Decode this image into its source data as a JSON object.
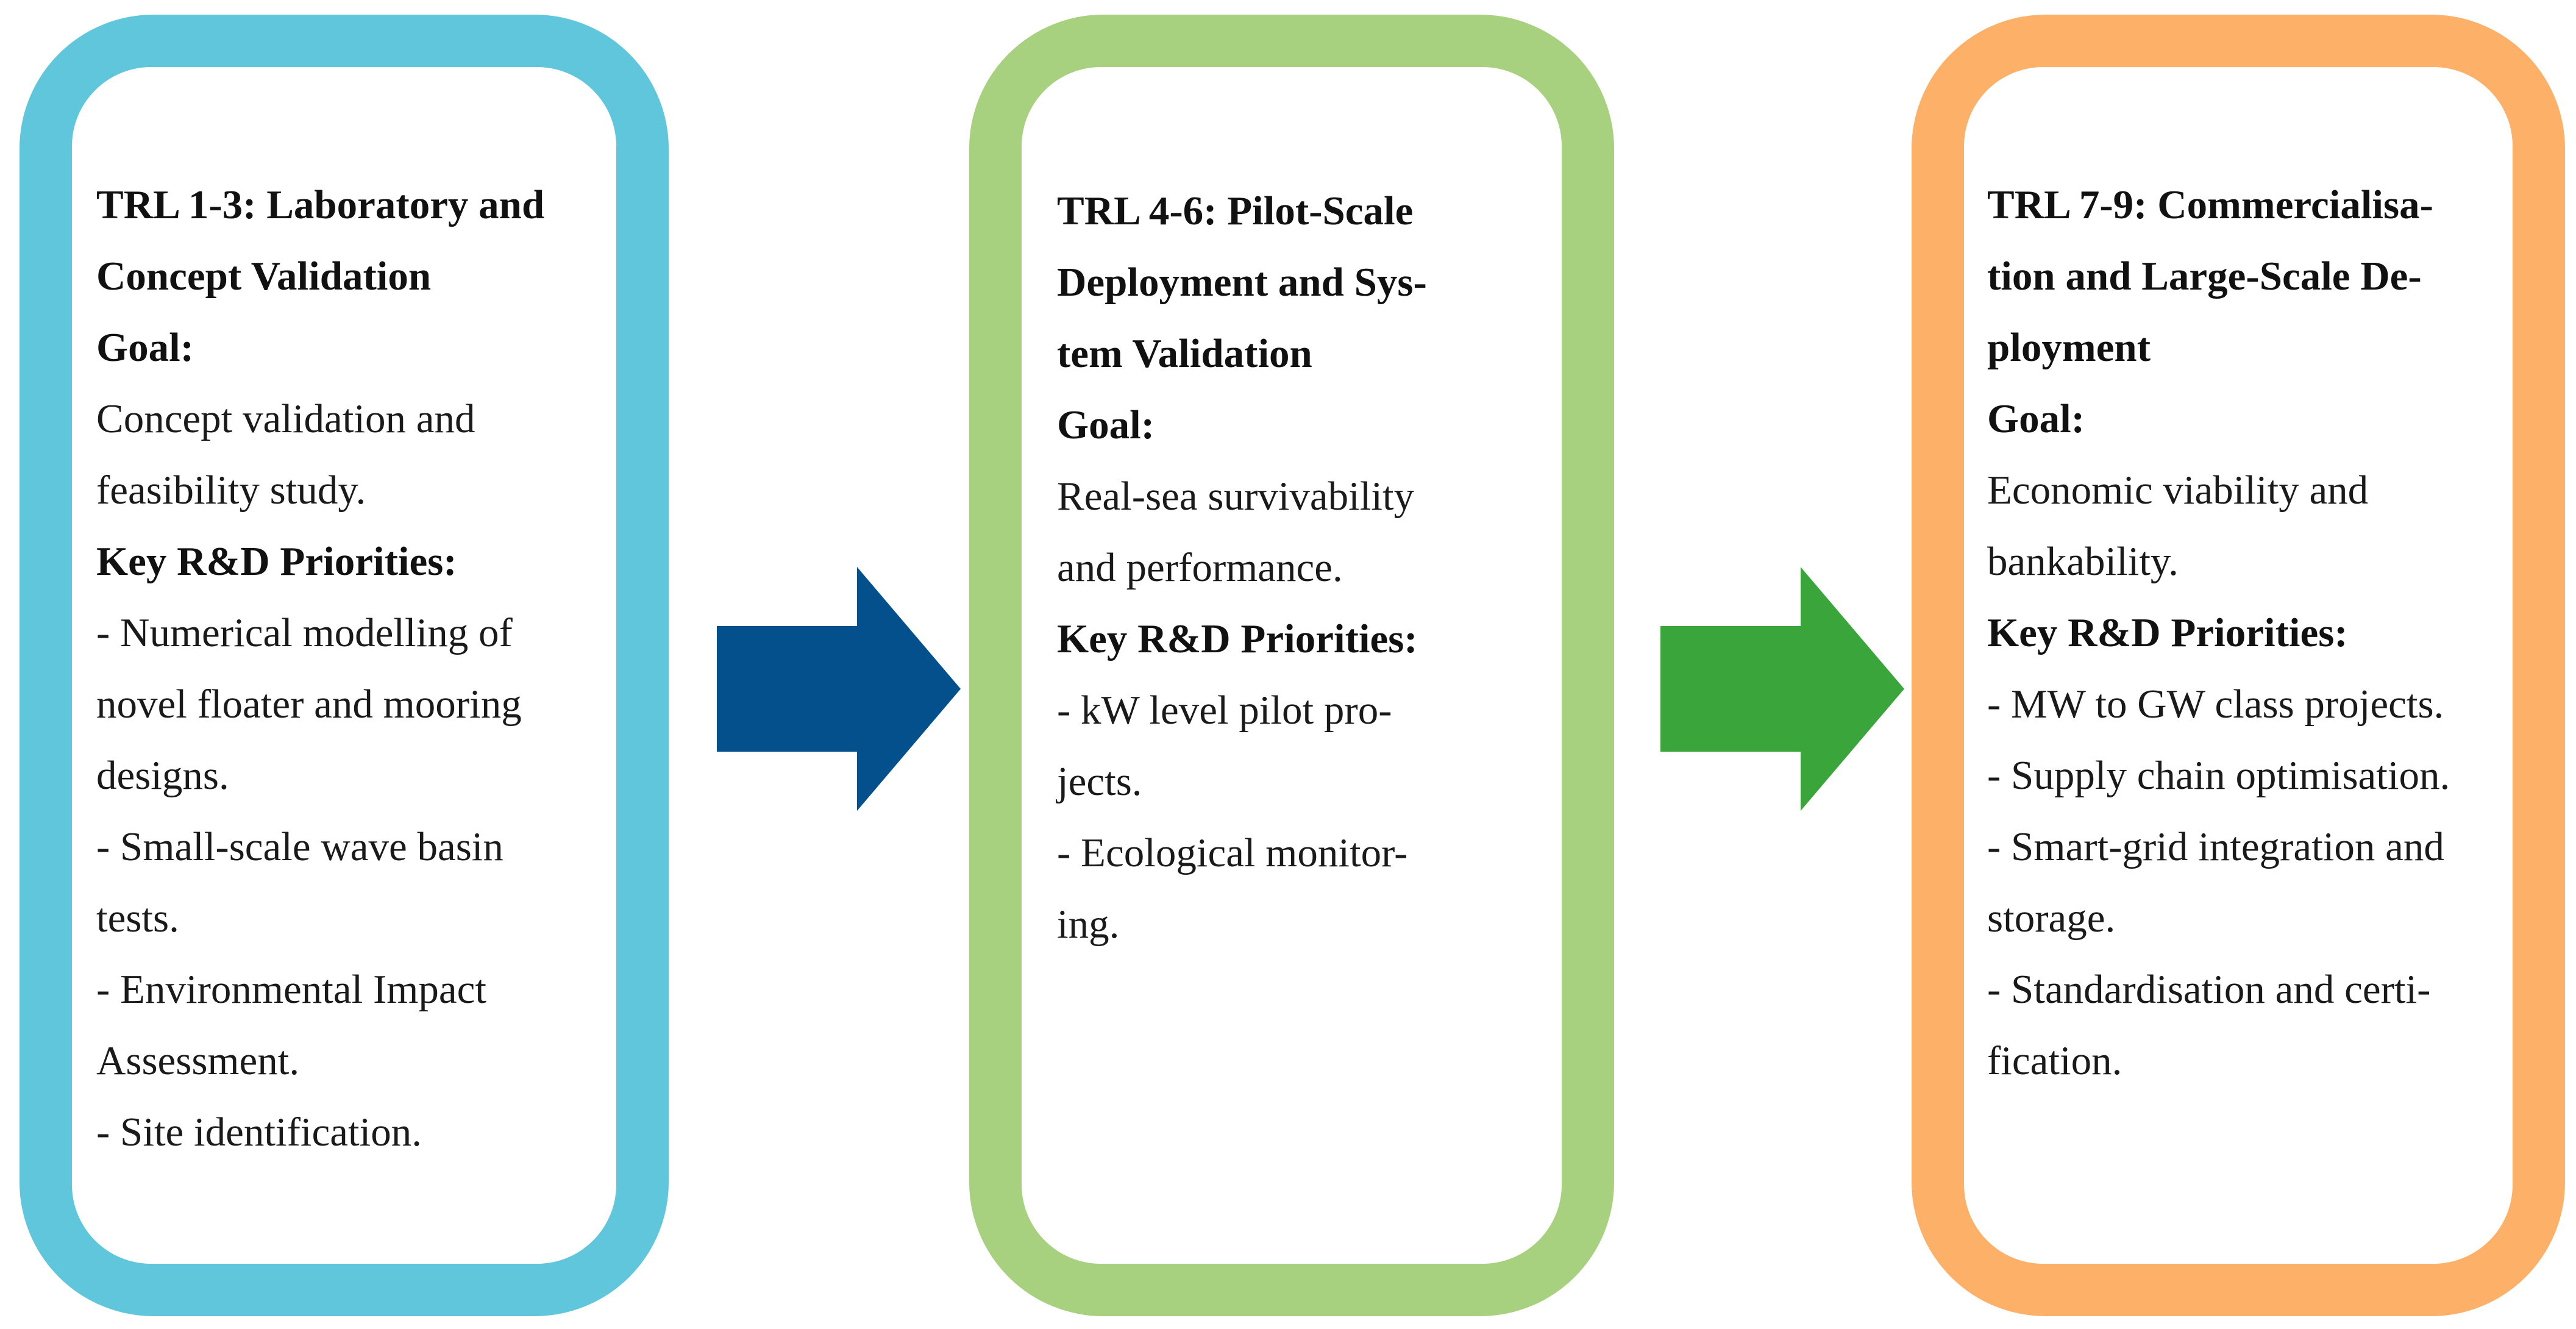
{
  "colors": {
    "stage1_border": "#5fc6dc",
    "stage2_border": "#a7d07f",
    "stage3_border": "#fdb067",
    "arrow1": "#03508d",
    "arrow2": "#3aa53a"
  },
  "stages": [
    {
      "lines": [
        {
          "text": "TRL 1-3: Laboratory and",
          "bold": true
        },
        {
          "text": "Concept Validation",
          "bold": true
        },
        {
          "text": "Goal:",
          "bold": true
        },
        {
          "text": "Concept validation and",
          "bold": false
        },
        {
          "text": "feasibility study.",
          "bold": false
        },
        {
          "text": "Key R&D Priorities:",
          "bold": true
        },
        {
          "text": "- Numerical modelling of",
          "bold": false
        },
        {
          "text": "novel floater and mooring",
          "bold": false
        },
        {
          "text": "designs.",
          "bold": false
        },
        {
          "text": "- Small-scale wave basin",
          "bold": false
        },
        {
          "text": "tests.",
          "bold": false
        },
        {
          "text": "- Environmental Impact",
          "bold": false
        },
        {
          "text": "Assessment.",
          "bold": false
        },
        {
          "text": "- Site identification.",
          "bold": false
        }
      ]
    },
    {
      "lines": [
        {
          "text": "TRL 4-6: Pilot-Scale",
          "bold": true
        },
        {
          "text": "Deployment and Sys-",
          "bold": true
        },
        {
          "text": "tem Validation",
          "bold": true
        },
        {
          "text": "Goal:",
          "bold": true
        },
        {
          "text": "Real-sea survivability",
          "bold": false
        },
        {
          "text": "and performance.",
          "bold": false
        },
        {
          "text": "Key R&D Priorities:",
          "bold": true
        },
        {
          "text": "- kW level pilot pro-",
          "bold": false
        },
        {
          "text": "jects.",
          "bold": false
        },
        {
          "text": "- Ecological monitor-",
          "bold": false
        },
        {
          "text": "ing.",
          "bold": false
        }
      ]
    },
    {
      "lines": [
        {
          "text": "TRL 7-9: Commercialisa-",
          "bold": true
        },
        {
          "text": "tion and Large-Scale De-",
          "bold": true
        },
        {
          "text": "ployment",
          "bold": true
        },
        {
          "text": "Goal:",
          "bold": true
        },
        {
          "text": "Economic viability and",
          "bold": false
        },
        {
          "text": "bankability.",
          "bold": false
        },
        {
          "text": "Key R&D Priorities:",
          "bold": true
        },
        {
          "text": "- MW to GW class projects.",
          "bold": false
        },
        {
          "text": "- Supply chain optimisation.",
          "bold": false
        },
        {
          "text": "- Smart-grid integration and",
          "bold": false
        },
        {
          "text": "storage.",
          "bold": false
        },
        {
          "text": "- Standardisation and certi-",
          "bold": false
        },
        {
          "text": "fication.",
          "bold": false
        }
      ]
    }
  ]
}
